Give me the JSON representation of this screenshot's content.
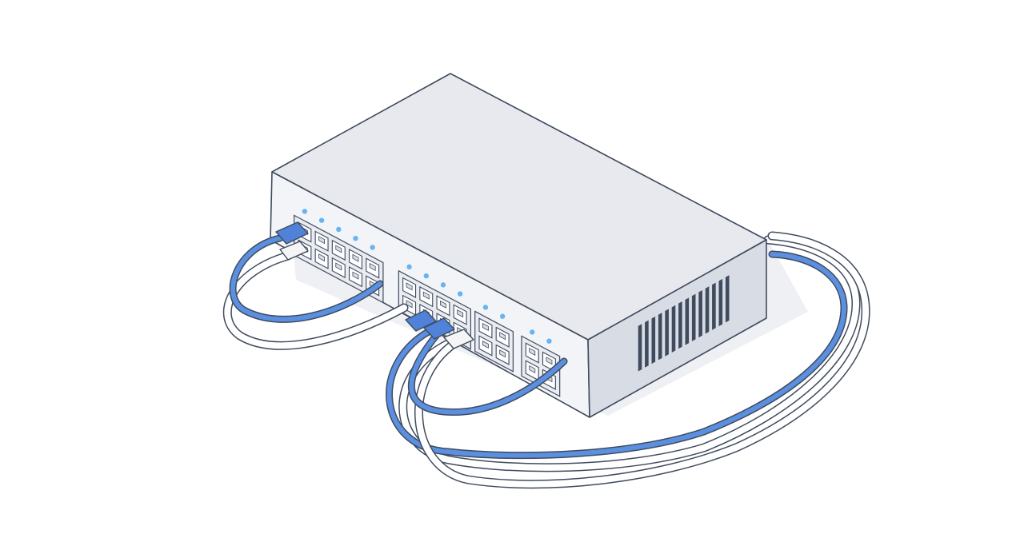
{
  "scene": {
    "subject": "network-switch",
    "colors": {
      "background": "#ffffff",
      "outline": "#3f4b5e",
      "top_face": "#e7e9ee",
      "front_face": "#f3f4f7",
      "side_face": "#d8dce4",
      "port_hole": "#ffffff",
      "port_face": "#e9ecf1",
      "led": "#68b4f2",
      "cable_blue": "#5b8fe0",
      "cable_white": "#ffffff",
      "connector_blue": "#4f82d8",
      "connector_white": "#f5f5f5",
      "shadow": "#eceef2"
    },
    "port_groups": [
      {
        "name": "group-a",
        "rows": 2,
        "cols": 5,
        "leds": 5
      },
      {
        "name": "group-b",
        "rows": 2,
        "cols": 4,
        "leds": 4
      },
      {
        "name": "group-c",
        "rows": 2,
        "cols": 2,
        "leds": 2
      },
      {
        "name": "group-d",
        "rows": 2,
        "cols": 2,
        "leds": 2
      }
    ],
    "vent_slots": 14,
    "cables": 5
  }
}
